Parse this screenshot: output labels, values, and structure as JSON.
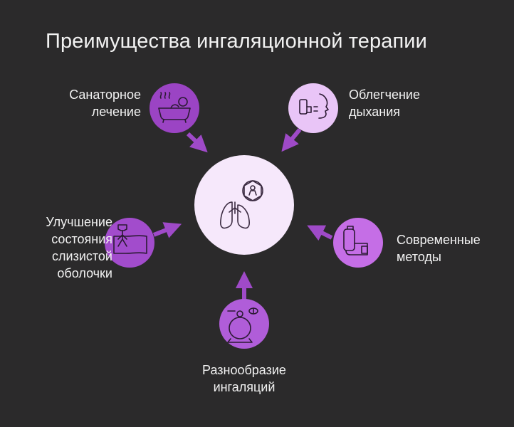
{
  "title": "Преимущества ингаляционной терапии",
  "center_icon": "lungs-icon",
  "colors": {
    "background": "#2b2a2b",
    "center": "#f6e8fb",
    "light_purple": "#e9c5f7",
    "medium_purple": "#c56ee6",
    "dark_purple": "#9d46c4",
    "arrow": "#a04dc9",
    "text": "#f2f2f2"
  },
  "items": [
    {
      "key": "sanatorium",
      "icon": "bath-icon",
      "lines": [
        "Санаторное",
        "лечение"
      ]
    },
    {
      "key": "breathing",
      "icon": "inhaler-face-icon",
      "lines": [
        "Облегчение",
        "дыхания"
      ]
    },
    {
      "key": "modern",
      "icon": "inhaler-icon",
      "lines": [
        "Современные",
        "методы"
      ]
    },
    {
      "key": "variety",
      "icon": "nebulizer-icon",
      "lines": [
        "Разнообразие",
        "ингаляций"
      ]
    },
    {
      "key": "mucosa",
      "icon": "mucosa-icon",
      "lines": [
        "Улучшение",
        "состояния",
        "слизистой",
        "оболочки"
      ]
    }
  ]
}
